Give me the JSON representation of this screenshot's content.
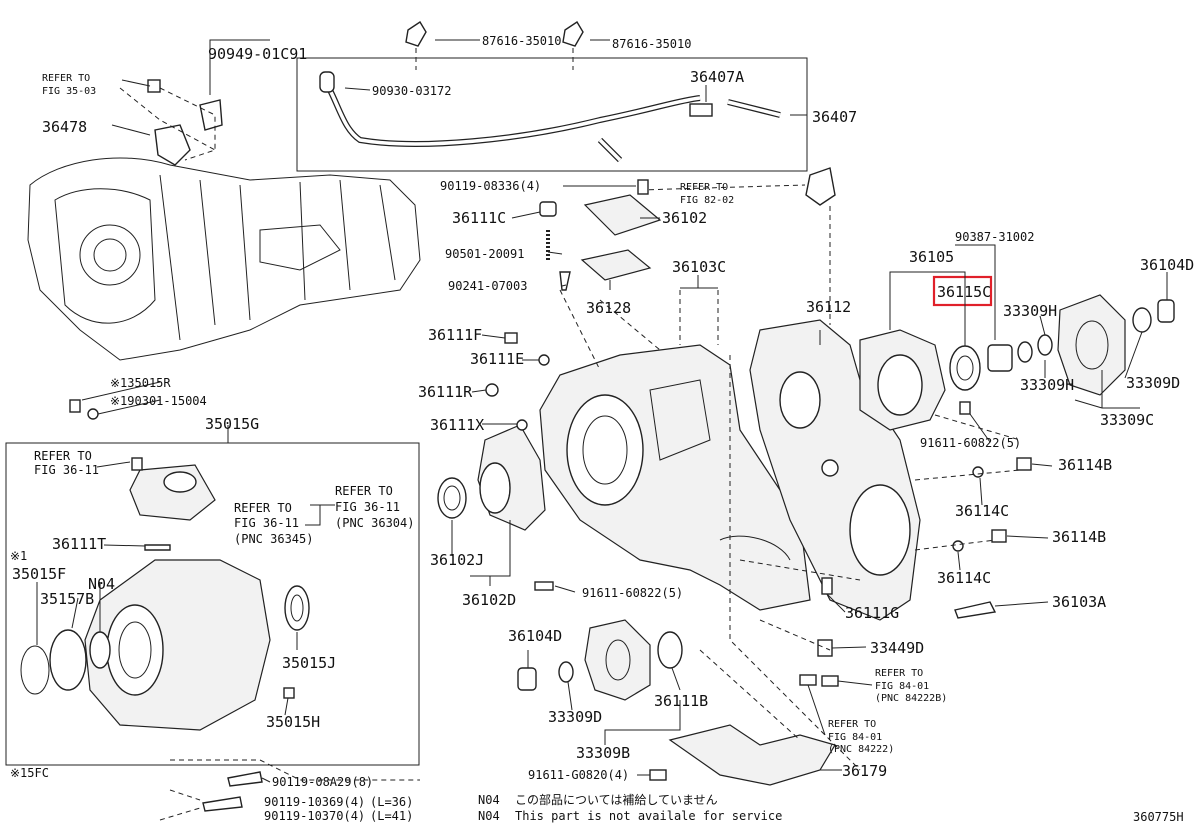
{
  "figure_id": "360775H",
  "highlight_color": "#e0202a",
  "highlighted_part": "36115C",
  "labels": {
    "p90949": "90949-01C91",
    "refer3503a": "REFER TO",
    "refer3503b": "FIG 35-03",
    "p36478": "36478",
    "p87616a": "87616-35010",
    "p87616b": "87616-35010",
    "p90930": "90930-03172",
    "p36407A": "36407A",
    "p36407": "36407",
    "p90119_08336": "90119-08336(4)",
    "refer8202a": "REFER TO",
    "refer8202b": "FIG 82-02",
    "p36111C": "36111C",
    "p36102": "36102",
    "p90501": "90501-20091",
    "p90241": "90241-07003",
    "p36128": "36128",
    "p36103C": "36103C",
    "p36105": "36105",
    "p90387": "90387-31002",
    "p36104D_r": "36104D",
    "p36115C": "36115C",
    "p36112": "36112",
    "p33309H_a": "33309H",
    "p33309H_b": "33309H",
    "p33309D_r": "33309D",
    "p33309C": "33309C",
    "p36111F": "36111F",
    "p36111E": "36111E",
    "p36111R": "36111R",
    "p36111X": "36111X",
    "p135015R": "※135015R",
    "p190301": "※190301-15004",
    "p35015G": "35015G",
    "refer3611a1": "REFER TO",
    "refer3611a2": "FIG 36-11",
    "refer3611b1": "REFER TO",
    "refer3611b2": "FIG 36-11",
    "pnc36345": "(PNC 36345)",
    "refer3611c1": "REFER TO",
    "refer3611c2": "FIG 36-11",
    "pnc36304": "(PNC 36304)",
    "p36111T": "36111T",
    "note1": "※1",
    "p35015F": "35015F",
    "n04": "N04",
    "p35157B": "35157B",
    "p35015J": "35015J",
    "p35015H": "35015H",
    "note15fc": "※15FC",
    "p91611_60822_a": "91611-60822(5)",
    "p91611_60822_b": "91611-60822(5)",
    "p36114B_a": "36114B",
    "p36114B_b": "36114B",
    "p36114C_a": "36114C",
    "p36114C_b": "36114C",
    "p36103A": "36103A",
    "p36102J": "36102J",
    "p36102D": "36102D",
    "p36111G": "36111G",
    "p33449D": "33449D",
    "p36104D_l": "36104D",
    "p33309D_l": "33309D",
    "p36111B": "36111B",
    "p33309B": "33309B",
    "refer8401a1": "REFER TO",
    "refer8401a2": "FIG 84-01",
    "pnc84222B": "(PNC 84222B)",
    "refer8401b1": "REFER TO",
    "refer8401b2": "FIG 84-01",
    "pnc84222": "(PNC 84222)",
    "p36179": "36179",
    "p91611_G0820": "91611-G0820(4)",
    "p90119_08A29": "90119-08A29(8)",
    "p90119_10369": "90119-10369(4)",
    "l36": "(L=36)",
    "p90119_10370": "90119-10370(4)",
    "l41": "(L=41)",
    "footer_n04a": "N04",
    "footer_jp": "この部品については補給していません",
    "footer_n04b": "N04",
    "footer_en": "This part is not availale for service"
  }
}
